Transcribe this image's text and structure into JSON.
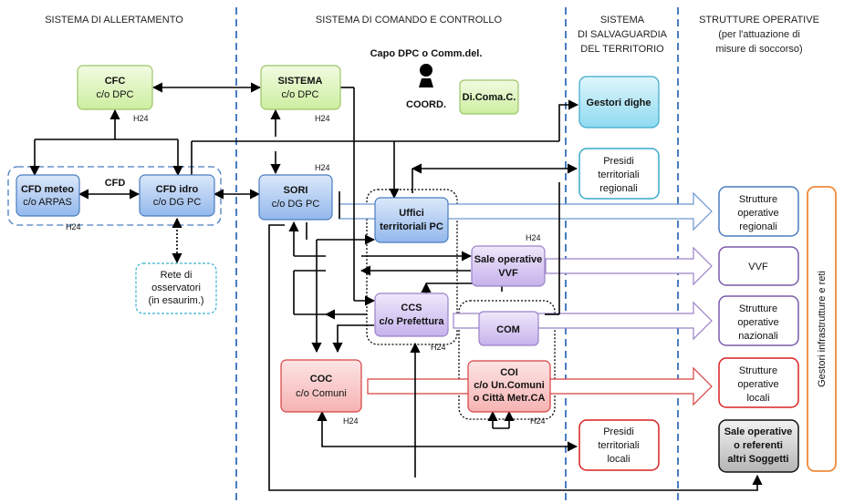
{
  "headers": {
    "col1": "SISTEMA DI ALLERTAMENTO",
    "col2": "SISTEMA DI COMANDO E CONTROLLO",
    "col3": [
      "SISTEMA",
      "DI SALVAGUARDIA",
      "DEL TERRITORIO"
    ],
    "col4": [
      "STRUTTURE OPERATIVE",
      "(per l'attuazione di",
      "misure di soccorso)"
    ]
  },
  "top": {
    "capo": "Capo DPC o Comm.del.",
    "coord": "COORD.",
    "dicomac": "Di.Coma.C."
  },
  "boxes": {
    "cfc": [
      "CFC",
      "c/o DPC"
    ],
    "sistema": [
      "SISTEMA",
      "c/o DPC"
    ],
    "cfd_meteo": [
      "CFD meteo",
      "c/o ARPAS"
    ],
    "cfd_idro": [
      "CFD idro",
      "c/o DG PC"
    ],
    "cfd_label": "CFD",
    "sori": [
      "SORI",
      "c/o DG PC"
    ],
    "rete": [
      "Rete di",
      "osservatori",
      "(in esaurim.)"
    ],
    "uffici": [
      "Uffici",
      "territoriali  PC"
    ],
    "sale_vvf": [
      "Sale operative",
      "VVF"
    ],
    "ccs": [
      "CCS",
      "c/o Prefettura"
    ],
    "com": "COM",
    "coc": [
      "COC",
      "c/o Comuni"
    ],
    "coi": [
      "COI",
      "c/o Un.Comuni",
      "o Città Metr.CA"
    ],
    "gestori_dighe": "Gestori  dighe",
    "presidi_reg": [
      "Presidi",
      "territoriali",
      "regionali"
    ],
    "presidi_loc": [
      "Presidi",
      "territoriali",
      "locali"
    ],
    "so_regionali": [
      "Strutture",
      "operative",
      "regionali"
    ],
    "so_vvf": "VVF",
    "so_nazionali": [
      "Strutture",
      "operative",
      "nazionali"
    ],
    "so_locali": [
      "Strutture",
      "operative",
      "locali"
    ],
    "sale_altri": [
      "Sale operative",
      "o referenti",
      "altri Soggetti"
    ],
    "gestori_infra": "Gestori infrastrutture e reti"
  },
  "h24": "H24",
  "colors": {
    "green": "#dff5b8",
    "blue": "#a8c8f0",
    "purple": "#d8c8f0",
    "red": "#f8c8c8",
    "teal": "#a8e4f4",
    "divider": "#4a7cc0"
  }
}
